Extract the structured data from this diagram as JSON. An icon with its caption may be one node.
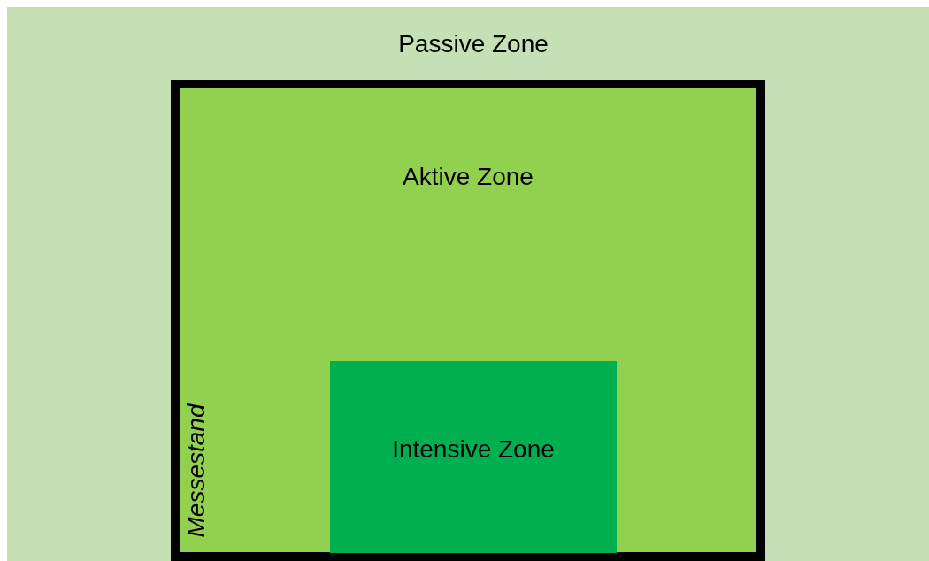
{
  "diagram": {
    "nodes": [
      {
        "text": [
          "Passive Zone"
        ]
      },
      {
        "text": [
          "Aktive Zone",
          "Messestand"
        ],
        "in": 0
      },
      {
        "text": [
          "Intensive Zone"
        ],
        "in": 1
      }
    ]
  }
}
